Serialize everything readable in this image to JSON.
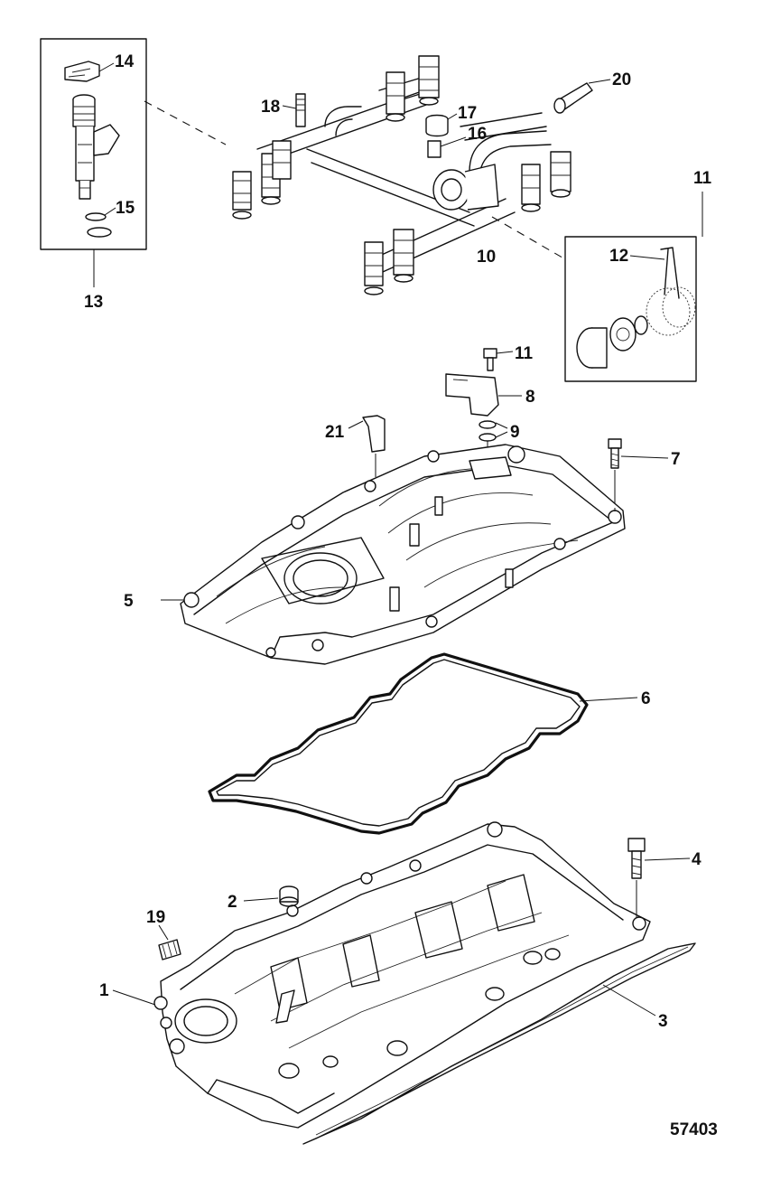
{
  "diagram": {
    "figure_number": "57403",
    "callouts": [
      {
        "id": "c1",
        "text": "1"
      },
      {
        "id": "c2",
        "text": "2"
      },
      {
        "id": "c3",
        "text": "3"
      },
      {
        "id": "c4",
        "text": "4"
      },
      {
        "id": "c5",
        "text": "5"
      },
      {
        "id": "c6",
        "text": "6"
      },
      {
        "id": "c7",
        "text": "7"
      },
      {
        "id": "c8",
        "text": "8"
      },
      {
        "id": "c9",
        "text": "9"
      },
      {
        "id": "c10",
        "text": "10"
      },
      {
        "id": "c11a",
        "text": "11"
      },
      {
        "id": "c11b",
        "text": "11"
      },
      {
        "id": "c12",
        "text": "12"
      },
      {
        "id": "c13",
        "text": "13"
      },
      {
        "id": "c14",
        "text": "14"
      },
      {
        "id": "c15",
        "text": "15"
      },
      {
        "id": "c16",
        "text": "16"
      },
      {
        "id": "c17",
        "text": "17"
      },
      {
        "id": "c18",
        "text": "18"
      },
      {
        "id": "c19",
        "text": "19"
      },
      {
        "id": "c20",
        "text": "20"
      },
      {
        "id": "c21",
        "text": "21"
      }
    ]
  }
}
